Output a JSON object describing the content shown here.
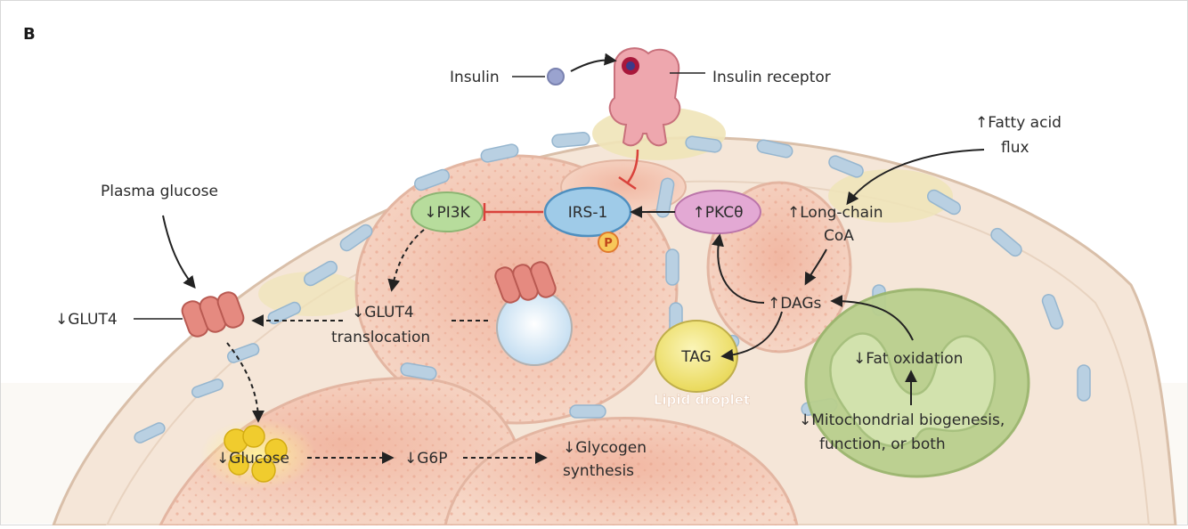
{
  "panel_letter": "B",
  "labels": {
    "insulin": "Insulin",
    "insulin_receptor": "Insulin receptor",
    "fatty_acid_line1": "↑Fatty acid",
    "fatty_acid_line2": "flux",
    "plasma_glucose": "Plasma glucose",
    "pi3k": "↓PI3K",
    "irs1": "IRS-1",
    "phospho": "P",
    "pkc": "↑PKCθ",
    "long_chain_line1": "↑Long-chain",
    "long_chain_line2": "CoA",
    "glut4": "↓GLUT4",
    "glut4_transloc_line1": "↓GLUT4",
    "glut4_transloc_line2": "translocation",
    "dags": "↑DAGs",
    "tag": "TAG",
    "lipid_droplet": "Lipid droplet",
    "fat_oxidation": "↓Fat oxidation",
    "mito_line1": "↓Mitochondrial biogenesis,",
    "mito_line2": "function, or both",
    "glucose": "↓Glucose",
    "g6p": "↓G6P",
    "glycogen_line1": "↓Glycogen",
    "glycogen_line2": "synthesis"
  },
  "colors": {
    "cell_body": "#f5e6d8",
    "muscle_fiber": "#f2c5b2",
    "vessel": "#b9d0e2",
    "fat_tissue": "#efe4b8",
    "mitochondrion": "#b9cf8e",
    "pi3k_fill": "#b7dc9c",
    "irs1_fill": "#9fcbe8",
    "pkc_fill": "#e3a9d4",
    "glut4_fill": "#e58a80",
    "tag_fill": "#f4ea84",
    "glucose_fill": "#f0cc2e",
    "phospho_fill": "#f7c85a",
    "inhibit": "#d9423b",
    "arrow": "#222222"
  }
}
